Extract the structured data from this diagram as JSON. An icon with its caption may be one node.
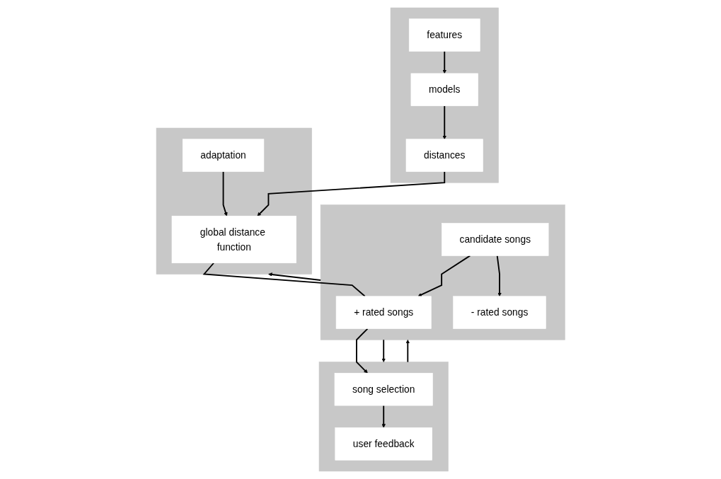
{
  "diagram": {
    "nodes": [
      {
        "text": [],
        "shape": "box"
      },
      {
        "text": [
          "features"
        ],
        "in": 0
      },
      {
        "text": [
          "models"
        ],
        "in": 0
      },
      {
        "text": [
          "distances"
        ],
        "in": 0
      },
      {
        "text": [],
        "shape": "box"
      },
      {
        "text": [
          "song selection"
        ],
        "in": 4
      },
      {
        "text": [
          "user feedback"
        ],
        "in": 4
      },
      {
        "text": [],
        "shape": "box"
      },
      {
        "text": [
          "+ rated songs"
        ],
        "in": 7
      },
      {
        "text": [
          "candidate songs"
        ],
        "in": 7
      },
      {
        "text": [
          "- rated songs"
        ],
        "in": 7
      },
      {
        "text": [],
        "shape": "box"
      },
      {
        "text": [
          "global distance function"
        ],
        "in": 11
      },
      {
        "text": [
          "adaptation"
        ],
        "in": 11
      }
    ],
    "edges": [
      {
        "from": 1,
        "to": 2,
        "arrow": "to"
      },
      {
        "from": 2,
        "to": 3,
        "arrow": "to"
      },
      {
        "from": 3,
        "to": 12,
        "arrow": "to"
      },
      {
        "from": 12,
        "to": 8,
        "arrow": "none"
      },
      {
        "from": 8,
        "to": 5,
        "arrow": "to"
      },
      {
        "from": 7,
        "to": 4,
        "arrow": "to"
      },
      {
        "from": 4,
        "to": 7,
        "arrow": "to"
      },
      {
        "from": 9,
        "to": 8,
        "arrow": "to"
      },
      {
        "from": 9,
        "to": 10,
        "arrow": "to"
      },
      {
        "from": 7,
        "to": 11,
        "arrow": "to"
      },
      {
        "from": 5,
        "to": 6,
        "arrow": "to"
      },
      {
        "from": 13,
        "to": 12,
        "arrow": "to"
      }
    ]
  }
}
